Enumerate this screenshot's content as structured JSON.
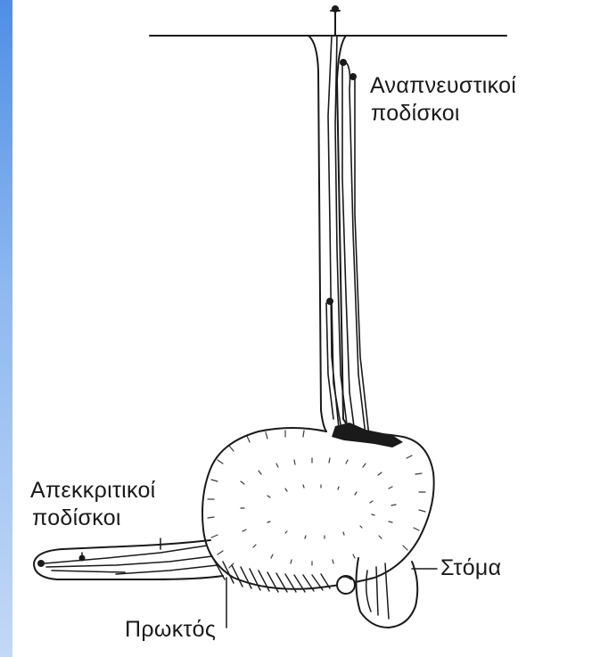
{
  "labels": {
    "respiratory_feet": [
      "Αναπνευστικοί",
      "ποδίσκοι"
    ],
    "excretory_feet": [
      "Απεκκριτικοί",
      "ποδίσκοι"
    ],
    "mouth": "Στόμα",
    "anus": "Πρωκτός"
  },
  "colors": {
    "ink": "#1a1a1a",
    "paper": "#ffffff",
    "accent_bar_top": "#4f8ee6",
    "accent_bar_bottom": "#c3d8f6"
  }
}
